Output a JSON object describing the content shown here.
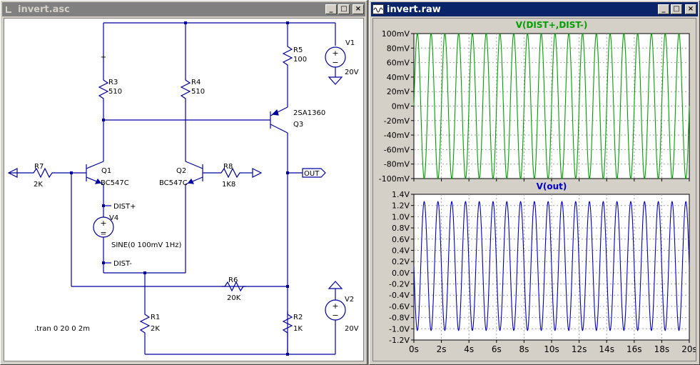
{
  "schematic_window": {
    "title": "invert.asc",
    "buttons": {
      "minimize": "_",
      "maximize": "□",
      "close": "×"
    },
    "components": {
      "R3": {
        "name": "R3",
        "value": "510"
      },
      "R4": {
        "name": "R4",
        "value": "510"
      },
      "R5": {
        "name": "R5",
        "value": "100"
      },
      "V1": {
        "name": "V1",
        "value": "20V"
      },
      "Q3": {
        "part": "2SA1360",
        "name": "Q3"
      },
      "Q1": {
        "name": "Q1",
        "part": "BC547C"
      },
      "Q2": {
        "name": "Q2",
        "part": "BC547C"
      },
      "R7": {
        "name": "R7",
        "value": "2K"
      },
      "R8": {
        "name": "R8",
        "value": "1K8"
      },
      "V4": {
        "name": "V4",
        "value": "SINE(0 100mV 1Hz)"
      },
      "R6": {
        "name": "R6",
        "value": "20K"
      },
      "R1": {
        "name": "R1",
        "value": "2K"
      },
      "R2": {
        "name": "R2",
        "value": "1K"
      },
      "V2": {
        "name": "V2",
        "value": "20V"
      }
    },
    "net_labels": {
      "out": "OUT",
      "dist_plus": "DIST+",
      "dist_minus": "DIST-"
    },
    "directive": ".tran 0 20 0 2m"
  },
  "waveform_window": {
    "title": "invert.raw",
    "buttons": {
      "minimize": "_",
      "maximize": "□",
      "close": "×"
    }
  },
  "colors": {
    "wire": "#0000a0",
    "title_active": "#0a246a",
    "title_inactive": "#808080",
    "trace_top": "#00a000",
    "trace_bottom": "#0000c0",
    "grid": "#a0a0a0"
  },
  "chart_data": [
    {
      "type": "line",
      "title": "V(DIST+,DIST-)",
      "x_range": [
        0,
        20
      ],
      "ylim": [
        -100,
        100
      ],
      "y_unit": "mV",
      "y_ticks": [
        "100mV",
        "80mV",
        "60mV",
        "40mV",
        "20mV",
        "0mV",
        "-20mV",
        "-40mV",
        "-60mV",
        "-80mV",
        "-100mV"
      ],
      "series": [
        {
          "name": "V(DIST+,DIST-)",
          "waveform": "sine",
          "amplitude": 100,
          "frequency_hz": 1,
          "phase": 0
        }
      ],
      "grid": true
    },
    {
      "type": "line",
      "title": "V(out)",
      "x_range": [
        0,
        20
      ],
      "ylim": [
        -1.2,
        1.4
      ],
      "y_unit": "V",
      "y_ticks": [
        "1.4V",
        "1.2V",
        "1.0V",
        "0.8V",
        "0.6V",
        "0.4V",
        "0.2V",
        "0.0V",
        "-0.2V",
        "-0.4V",
        "-0.6V",
        "-0.8V",
        "-1.0V",
        "-1.2V"
      ],
      "x_ticks": [
        "0s",
        "2s",
        "4s",
        "6s",
        "8s",
        "10s",
        "12s",
        "14s",
        "16s",
        "18s",
        "20s"
      ],
      "series": [
        {
          "name": "V(out)",
          "waveform": "sine",
          "amplitude": 1.15,
          "offset": 0.12,
          "frequency_hz": 1,
          "phase": 180
        }
      ],
      "grid": true
    }
  ]
}
